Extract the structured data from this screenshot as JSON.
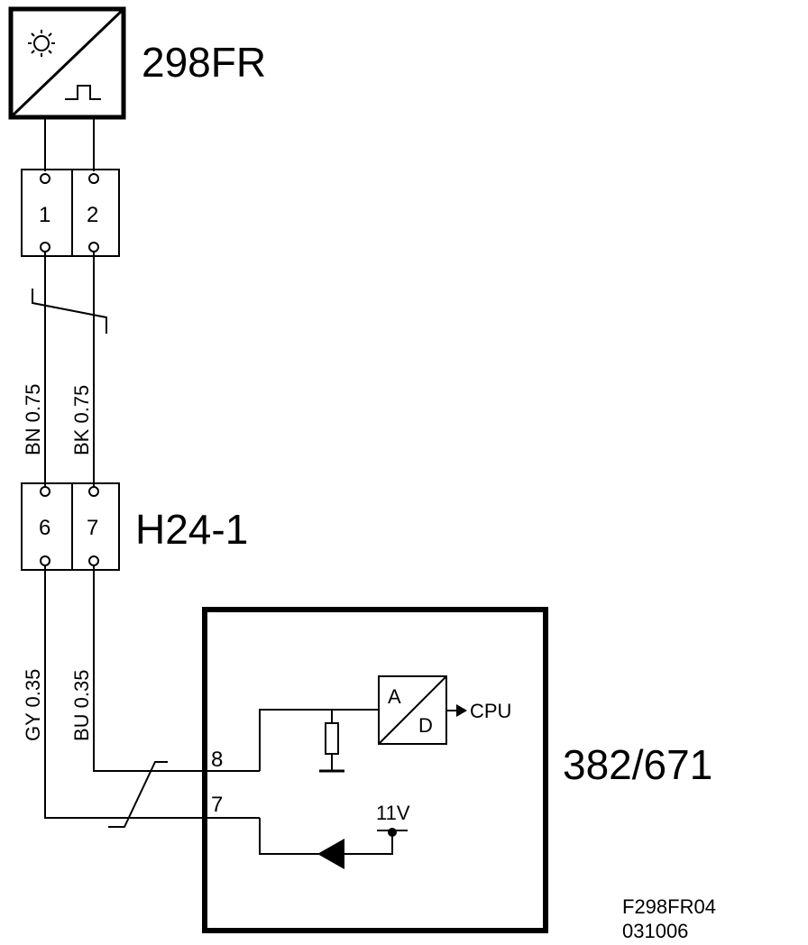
{
  "components": {
    "sensor": {
      "label": "298FR",
      "icons": [
        "sun-icon",
        "pulse-icon"
      ]
    },
    "connector_top": {
      "pins": [
        "1",
        "2"
      ]
    },
    "connector_mid": {
      "label": "H24-1",
      "pins": [
        "6",
        "7"
      ]
    },
    "ecu": {
      "label": "382/671",
      "pins": [
        "8",
        "7"
      ],
      "adc": {
        "in": "A",
        "out": "D"
      },
      "cpu_label": "CPU",
      "supply_label": "11V"
    }
  },
  "wires": {
    "upper": [
      "BN 0.75",
      "BK 0.75"
    ],
    "lower": [
      "GY 0.35",
      "BU 0.35"
    ]
  },
  "footer": {
    "code": "F298FR04",
    "date": "031006"
  }
}
